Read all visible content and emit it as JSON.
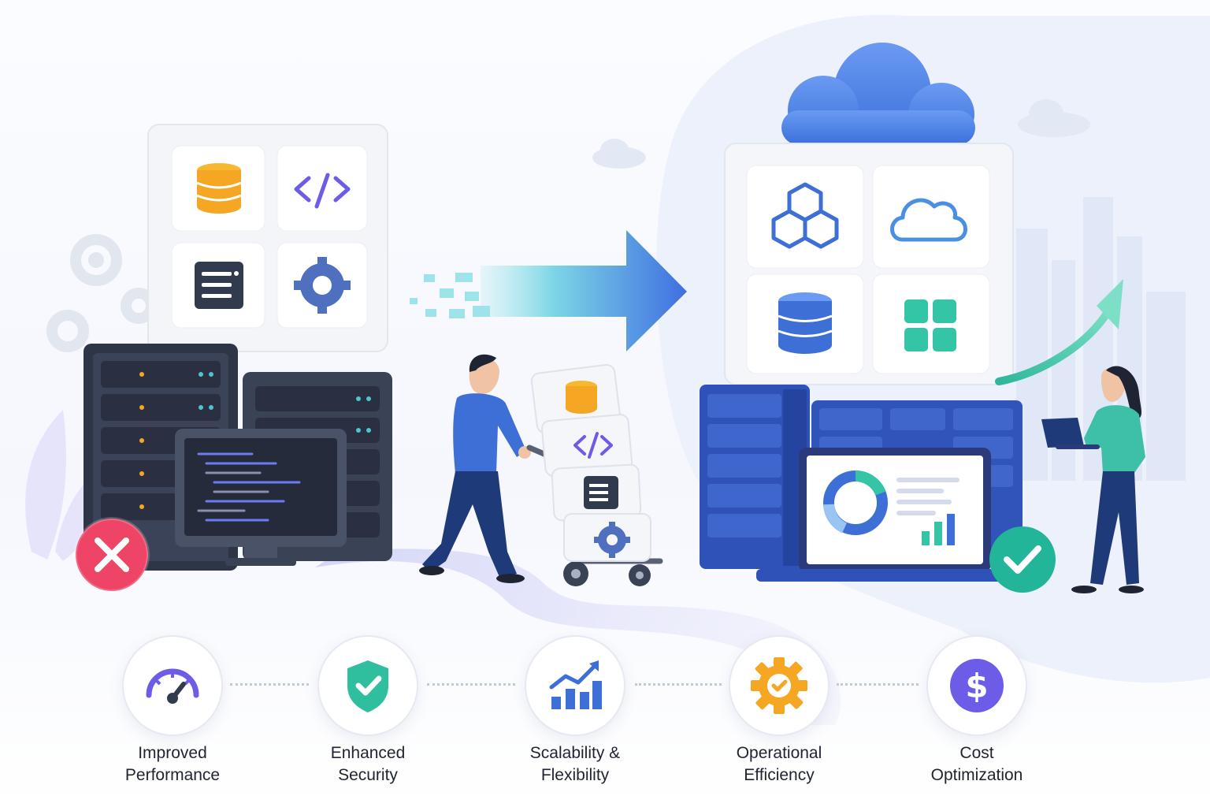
{
  "colors": {
    "legacy_dark": "#323a4d",
    "cloud_blue": "#3d6fd6",
    "accent_orange": "#f5a623",
    "accent_purple": "#6c5ce7",
    "accent_teal": "#34c4a6",
    "error_red": "#ee4466",
    "success_teal": "#22b59a"
  },
  "legacy": {
    "tiles": [
      "database-icon",
      "code-icon",
      "list-icon",
      "gear-icon"
    ],
    "status": "error-icon"
  },
  "cart": {
    "boxes": [
      "database-icon",
      "code-icon",
      "list-icon",
      "gear-icon"
    ]
  },
  "cloud": {
    "tiles": [
      "hexagon-cluster-icon",
      "cloud-icon",
      "database-icon",
      "grid-icon"
    ],
    "status": "check-icon"
  },
  "benefits": [
    {
      "icon": "speedometer-icon",
      "line1": "Improved",
      "line2": "Performance",
      "color": "#6c5ce7"
    },
    {
      "icon": "shield-check-icon",
      "line1": "Enhanced",
      "line2": "Security",
      "color": "#2fbf9e"
    },
    {
      "icon": "bar-chart-up-icon",
      "line1": "Scalability &",
      "line2": "Flexibility",
      "color": "#3d6fd6"
    },
    {
      "icon": "gear-check-icon",
      "line1": "Operational",
      "line2": "Efficiency",
      "color": "#f5a623"
    },
    {
      "icon": "dollar-icon",
      "line1": "Cost",
      "line2": "Optimization",
      "color": "#6c5ce7"
    }
  ]
}
